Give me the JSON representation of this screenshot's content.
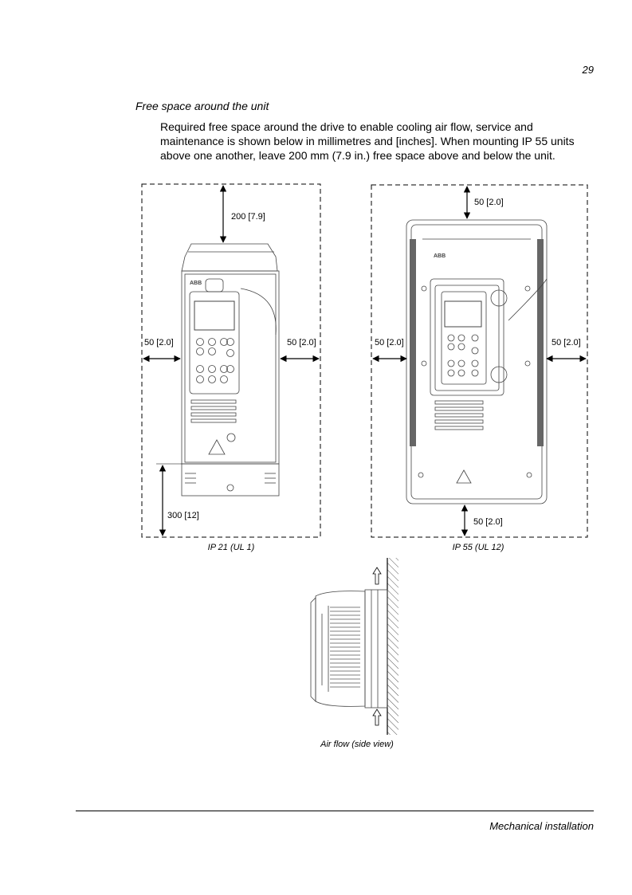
{
  "page": {
    "number": "29",
    "section_title": "Free space around the unit",
    "intro_lines": [
      "Required free space around the drive to enable cooling air flow, service and",
      "maintenance is shown below in millimetres and [inches]. When mounting IP 55 units",
      "above one another, leave 200 mm (7.9 in.) free space above and below the unit."
    ],
    "footer": "Mechanical installation"
  },
  "figure_ip21": {
    "caption": "IP 21 (UL 1)",
    "logo_text": "ABB",
    "dims": {
      "top": "200 [7.9]",
      "left": "50 [2.0]",
      "right": "50 [2.0]",
      "bottom": "300 [12]"
    }
  },
  "figure_ip55": {
    "caption": "IP 55 (UL 12)",
    "logo_text": "ABB",
    "dims": {
      "top": "50 [2.0]",
      "left": "50 [2.0]",
      "right": "50 [2.0]",
      "bottom": "50 [2.0]"
    }
  },
  "figure_side": {
    "caption": "Air flow (side view)"
  }
}
